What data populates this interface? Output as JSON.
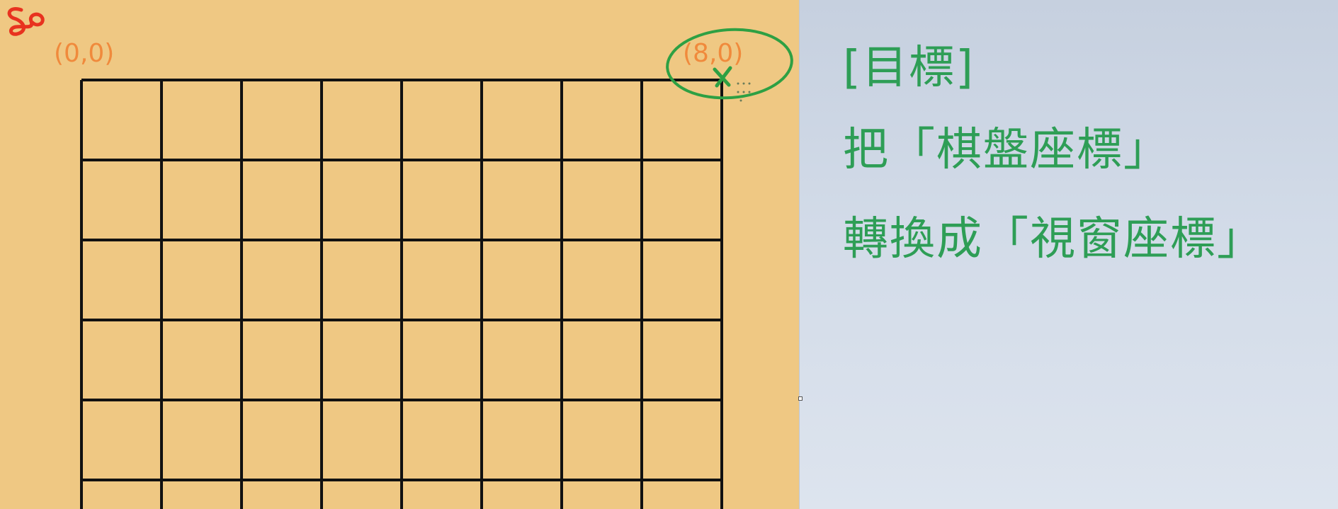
{
  "board": {
    "cell_columns": 8,
    "cell_rows_visible": 5.4,
    "line_color": "#111111",
    "background_color": "#efc883"
  },
  "annotations": {
    "origin_label": "(0,0)",
    "corner_label": "(8,0)",
    "label_color": "#f08a3c",
    "scribble_color": "#e8321f",
    "circle_color": "#2ea043"
  },
  "goal": {
    "title": "[目標]",
    "line1": "把「棋盤座標」",
    "line2": "轉換成「視窗座標」",
    "text_color": "#2e9e56"
  }
}
